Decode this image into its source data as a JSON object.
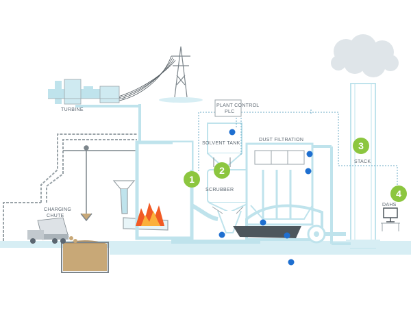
{
  "labels": {
    "turbine": "TURBINE",
    "plc_line1": "PLANT CONTROL",
    "plc_line2": "PLC",
    "solvent_tank": "SOLVENT TANK",
    "dust_filtration": "DUST FILTRATION",
    "scrubber": "SCRUBBER",
    "stack": "STACK",
    "dahs": "DAHS",
    "charging_line1": "CHARGING",
    "charging_line2": "CHUTE"
  },
  "badges": [
    "1",
    "2",
    "3",
    "4"
  ],
  "icons": [
    "transmission-tower-icon",
    "turbine-icon",
    "flame-icon",
    "dump-truck-icon",
    "computer-monitor-icon",
    "smoke-cloud-icon",
    "sensor-dot-icon"
  ],
  "colors": {
    "pipe": "#bfe3ec",
    "outline": "#9aa3a8",
    "badge": "#8cc63f",
    "sensor": "#1e6fd0",
    "dashed": "#6aa9c4",
    "flame": "#f15a24",
    "waste": "#c8a877"
  }
}
